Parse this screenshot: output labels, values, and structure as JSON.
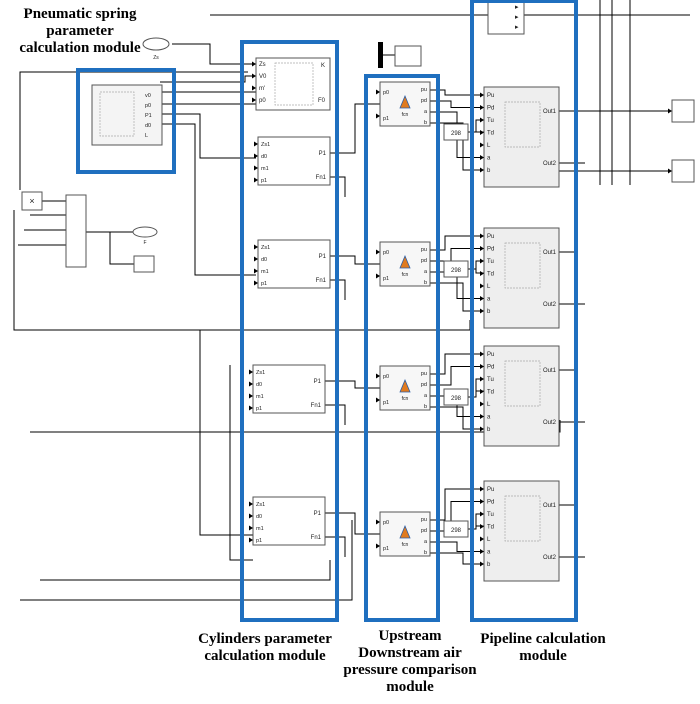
{
  "captions": {
    "spring_line1": "Pneumatic spring",
    "spring_line2": "parameter",
    "spring_line3": "calculation module",
    "cyl_line1": "Cylinders parameter",
    "cyl_line2": "calculation module",
    "up_line1": "Upstream",
    "up_line2": "Downstream air",
    "up_line3": "pressure comparison",
    "up_line4": "module",
    "pipe_line1": "Pipeline calculation",
    "pipe_line2": "module"
  },
  "spring_block": {
    "top_ports": [
      "Zs",
      "V0",
      "m'",
      "p0"
    ],
    "top_outputs": [
      "K",
      "F0"
    ],
    "left_ports": [
      "v0",
      "p0",
      "P1",
      "d0",
      "L"
    ]
  },
  "cyl_block": {
    "inputs": [
      "Zs1",
      "d0",
      "m1",
      "p1"
    ],
    "outputs": [
      "P1",
      "Fn1"
    ]
  },
  "fcn_block": {
    "inputs": [
      "p0",
      "p1"
    ],
    "outputs": [
      "pu",
      "pd",
      "a",
      "b"
    ],
    "label": "fcn"
  },
  "pipe_block": {
    "inputs": [
      "Pu",
      "Pd",
      "Tu",
      "Td",
      "L",
      "a",
      "b"
    ],
    "outputs": [
      "Out1",
      "Out2"
    ]
  },
  "constants": [
    "298",
    "298",
    "298",
    "298"
  ],
  "misc": {
    "zs_label": "Zs",
    "f_label": "F",
    "mult": "×"
  },
  "colors": {
    "highlight": "#1f6fbf",
    "line": "#000000",
    "block_fill": "#f4f4f4"
  }
}
